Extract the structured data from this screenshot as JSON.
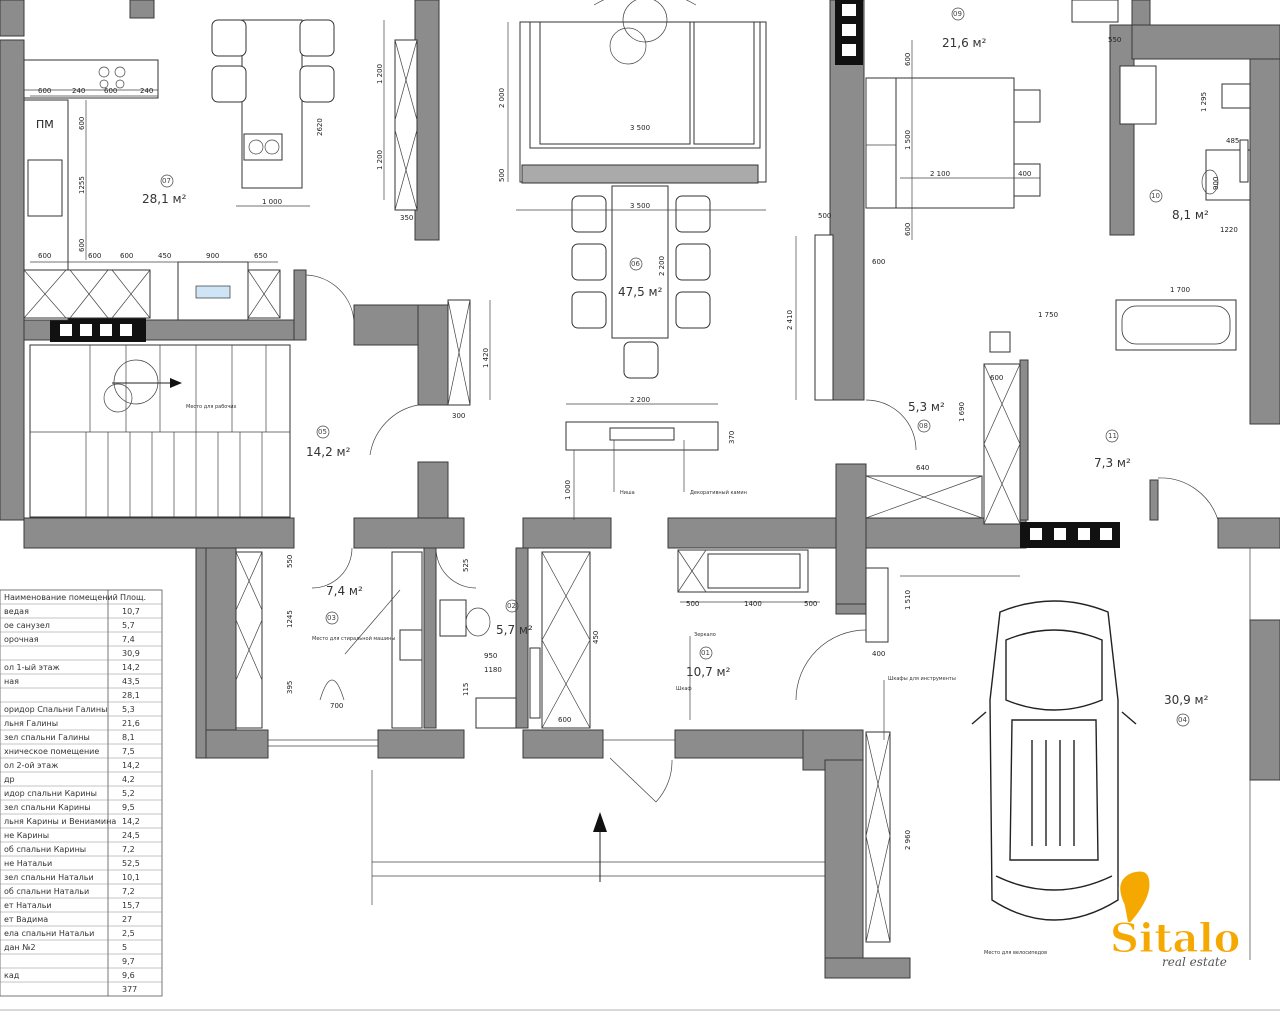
{
  "rooms": [
    {
      "id": "room-kitchen",
      "area": "28,1 м²",
      "num": "07"
    },
    {
      "id": "room-living",
      "area": "47,5 м²",
      "num": "06"
    },
    {
      "id": "room-bedroom",
      "area": "21,6 м²",
      "num": "09"
    },
    {
      "id": "room-bath-10",
      "area": "8,1 м²",
      "num": "10"
    },
    {
      "id": "room-hall",
      "area": "14,2 м²",
      "num": "05"
    },
    {
      "id": "room-corridor",
      "area": "5,3 м²",
      "num": "08"
    },
    {
      "id": "room-11",
      "area": "7,3 м²",
      "num": "11"
    },
    {
      "id": "room-03",
      "area": "7,4 м²",
      "num": "03"
    },
    {
      "id": "room-wc",
      "area": "5,7 м²",
      "num": "02"
    },
    {
      "id": "room-entrance",
      "area": "10,7 м²",
      "num": "01"
    },
    {
      "id": "room-garage",
      "area": "30,9 м²",
      "num": "04"
    }
  ],
  "labels": {
    "pm": "ПМ",
    "stairs_note": "Место для рабочих",
    "fireplace_note": "Декоративный камин",
    "recess_note": "Ниша",
    "shower_note": "Место для стиральной машины",
    "garage_note": "Шкафы для инструменты",
    "garage_note2": "Место для велосипедов",
    "wardrobe_note": "Шкаф",
    "mirror_note": "Зеркало"
  },
  "dimensions": {
    "kitchen_top": [
      "600",
      "240",
      "600",
      "240"
    ],
    "kitchen_bottom": [
      "600",
      "600",
      "600",
      "450",
      "900",
      "650"
    ],
    "kitchen_v": [
      "600",
      "1255",
      "600"
    ],
    "dining_w": "1 000",
    "dining_h": [
      "1 200",
      "2620",
      "1 200"
    ],
    "wall_cab": "350",
    "sofa_v": [
      "2 000",
      "500"
    ],
    "sofa_w": "3 500",
    "table_w": "3 500",
    "table_h": "2 200",
    "bed_w": [
      "2 100",
      "400"
    ],
    "bed_v": [
      "600",
      "1 500",
      "600"
    ],
    "bed_side": [
      "500",
      "600"
    ],
    "closet_v": [
      "2 410",
      "1 420"
    ],
    "door_w": "300",
    "fireplace_w": "2 200",
    "fireplace_d": "370",
    "fireplace_h": "1 000",
    "bath_top": [
      "550",
      "1 295",
      "485"
    ],
    "bath_w": [
      "1 750",
      "1 700"
    ],
    "bath_v": [
      "900",
      "1220"
    ],
    "corr_v": [
      "600",
      "1 690",
      "640"
    ],
    "entry_dims": [
      "500",
      "1400",
      "500"
    ],
    "wc_dims": [
      "550",
      "1245",
      "395",
      "700"
    ],
    "wc2_dims": [
      "525",
      "950",
      "1180",
      "115",
      "450",
      "600"
    ],
    "garage_dims": [
      "1 510",
      "400",
      "2 960"
    ]
  },
  "room_table": {
    "header": [
      "Наименование помещений",
      "Площ."
    ],
    "rows": [
      [
        "ведая",
        "10,7"
      ],
      [
        "ое санузел",
        "5,7"
      ],
      [
        "орочная",
        "7,4"
      ],
      [
        "",
        "30,9"
      ],
      [
        "ол 1-ый этаж",
        "14,2"
      ],
      [
        "ная",
        "43,5"
      ],
      [
        "",
        "28,1"
      ],
      [
        "оридор Спальни Галины",
        "5,3"
      ],
      [
        "льня Галины",
        "21,6"
      ],
      [
        "зел спальни Галины",
        "8,1"
      ],
      [
        "хническое помещение",
        "7,5"
      ],
      [
        "ол 2-ой этаж",
        "14,2"
      ],
      [
        "др",
        "4,2"
      ],
      [
        "идор спальни Карины",
        "5,2"
      ],
      [
        "зел спальни Карины",
        "9,5"
      ],
      [
        "льня Карины и Вениамина",
        "14,2"
      ],
      [
        "не Карины",
        "24,5"
      ],
      [
        "об спальни Карины",
        "7,2"
      ],
      [
        "не Натальи",
        "52,5"
      ],
      [
        "зел спальни Натальи",
        "10,1"
      ],
      [
        "об спальни Натальи",
        "7,2"
      ],
      [
        "ет Натальи",
        "15,7"
      ],
      [
        "ет Вадима",
        "27"
      ],
      [
        "ела спальни Натальи",
        "2,5"
      ],
      [
        "дан №2",
        "5"
      ],
      [
        "",
        "9,7"
      ],
      [
        "кад",
        "9,6"
      ],
      [
        "",
        "377"
      ]
    ]
  },
  "watermark": {
    "brand": "Sitalo",
    "tagline": "real estate",
    "brand_color": "#f5a800"
  }
}
